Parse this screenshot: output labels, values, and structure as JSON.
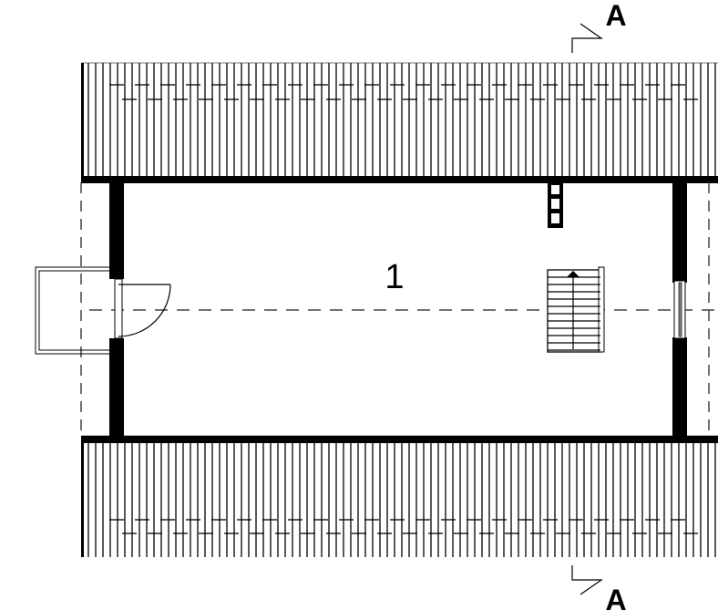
{
  "drawing": {
    "room_number": "1",
    "section_marker_top": "A",
    "section_marker_bottom": "A"
  },
  "colors": {
    "ink": "#000000",
    "dash": "#444444",
    "window_glass": "#888888"
  }
}
